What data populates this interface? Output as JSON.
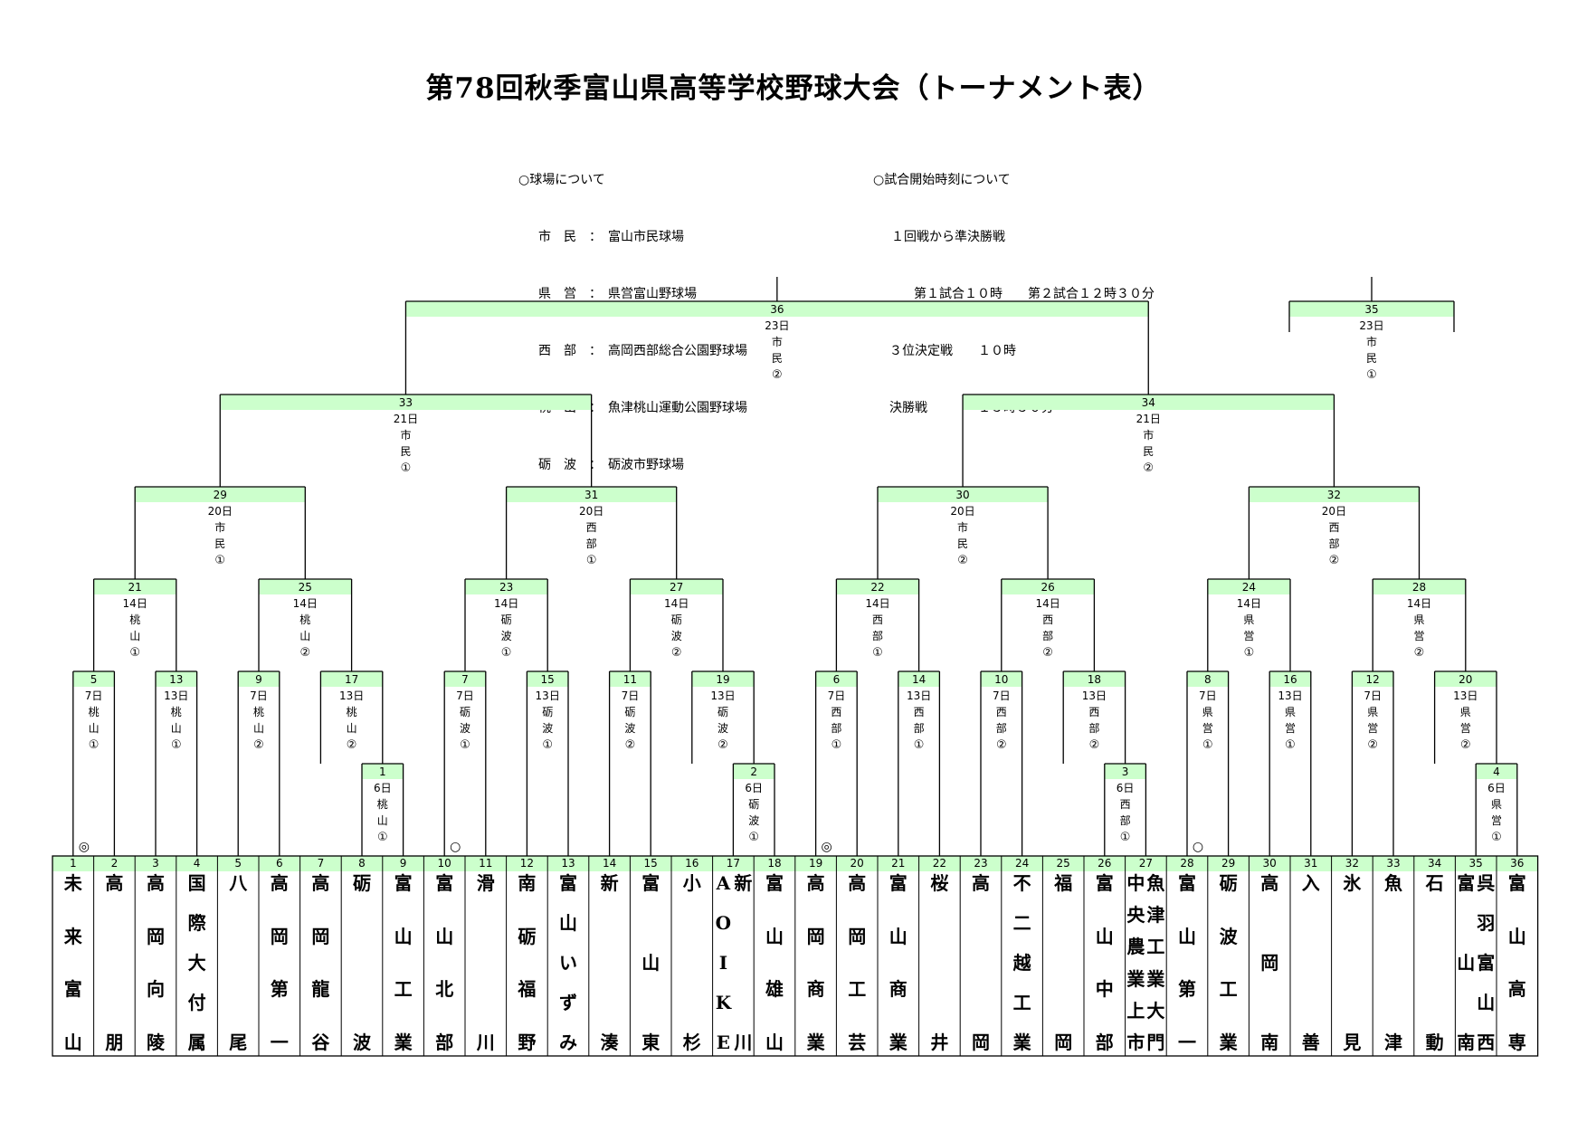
{
  "title": "第78回秋季富山県高等学校野球大会（トーナメント表）",
  "venues": {
    "heading": "○球場について",
    "items": [
      {
        "abbr": "市　民",
        "name": "富山市民球場"
      },
      {
        "abbr": "県　営",
        "name": "県営富山野球場"
      },
      {
        "abbr": "西　部",
        "name": "高岡西部総合公園野球場"
      },
      {
        "abbr": "桃　山",
        "name": "魚津桃山運動公園野球場"
      },
      {
        "abbr": "砺　波",
        "name": "砺波市野球場"
      }
    ]
  },
  "times": {
    "heading": "○試合開始時刻について",
    "lines": [
      "１回戦から準決勝戦",
      "第１試合１０時　　第２試合１２時３０分",
      "３位決定戦　　１０時",
      "決勝戦　　　　１３時３０分"
    ]
  },
  "teams": [
    {
      "no": "1",
      "name": "未来富山",
      "mark": "◎"
    },
    {
      "no": "2",
      "name": "高朋"
    },
    {
      "no": "3",
      "name": "高岡向陵"
    },
    {
      "no": "4",
      "name": "国際大付属"
    },
    {
      "no": "5",
      "name": "八尾"
    },
    {
      "no": "6",
      "name": "高岡第一"
    },
    {
      "no": "7",
      "name": "高岡龍谷"
    },
    {
      "no": "8",
      "name": "砺波"
    },
    {
      "no": "9",
      "name": "富山工業"
    },
    {
      "no": "10",
      "name": "富山北部",
      "mark": "○"
    },
    {
      "no": "11",
      "name": "滑川"
    },
    {
      "no": "12",
      "name": "南砺福野"
    },
    {
      "no": "13",
      "name": "富山いずみ"
    },
    {
      "no": "14",
      "name": "新湊"
    },
    {
      "no": "15",
      "name": "富山東"
    },
    {
      "no": "16",
      "name": "小杉"
    },
    {
      "no": "17",
      "name": "AOIKE新川",
      "cols": [
        "AOIKE",
        "新川"
      ]
    },
    {
      "no": "18",
      "name": "富山雄山"
    },
    {
      "no": "19",
      "name": "高岡商業",
      "mark": "◎"
    },
    {
      "no": "20",
      "name": "高岡工芸"
    },
    {
      "no": "21",
      "name": "富山商業"
    },
    {
      "no": "22",
      "name": "桜井"
    },
    {
      "no": "23",
      "name": "高岡"
    },
    {
      "no": "24",
      "name": "不二越工業"
    },
    {
      "no": "25",
      "name": "福岡"
    },
    {
      "no": "26",
      "name": "富山中部"
    },
    {
      "no": "27",
      "name": "中央農業魚津工業上市大門",
      "cols": [
        "中央農業上市",
        "魚津工業大門"
      ]
    },
    {
      "no": "28",
      "name": "富山第一",
      "mark": "○"
    },
    {
      "no": "29",
      "name": "砺波工業"
    },
    {
      "no": "30",
      "name": "高岡南"
    },
    {
      "no": "31",
      "name": "入善"
    },
    {
      "no": "32",
      "name": "氷見"
    },
    {
      "no": "33",
      "name": "魚津"
    },
    {
      "no": "34",
      "name": "石動"
    },
    {
      "no": "35",
      "name": "富山南呉羽富山西",
      "cols": [
        "富山南",
        "呉羽富山西"
      ]
    },
    {
      "no": "36",
      "name": "富山高専"
    }
  ],
  "matches": [
    {
      "no": "1",
      "day": "6日",
      "venue": "桃山",
      "slot": "①"
    },
    {
      "no": "2",
      "day": "6日",
      "venue": "砺波",
      "slot": "①"
    },
    {
      "no": "3",
      "day": "6日",
      "venue": "西部",
      "slot": "①"
    },
    {
      "no": "4",
      "day": "6日",
      "venue": "県営",
      "slot": "①"
    },
    {
      "no": "5",
      "day": "7日",
      "venue": "桃山",
      "slot": "①"
    },
    {
      "no": "6",
      "day": "7日",
      "venue": "西部",
      "slot": "①"
    },
    {
      "no": "7",
      "day": "7日",
      "venue": "砺波",
      "slot": "①"
    },
    {
      "no": "8",
      "day": "7日",
      "venue": "県営",
      "slot": "①"
    },
    {
      "no": "9",
      "day": "7日",
      "venue": "桃山",
      "slot": "②"
    },
    {
      "no": "10",
      "day": "7日",
      "venue": "西部",
      "slot": "②"
    },
    {
      "no": "11",
      "day": "7日",
      "venue": "砺波",
      "slot": "②"
    },
    {
      "no": "12",
      "day": "7日",
      "venue": "県営",
      "slot": "②"
    },
    {
      "no": "13",
      "day": "13日",
      "venue": "桃山",
      "slot": "①"
    },
    {
      "no": "14",
      "day": "13日",
      "venue": "西部",
      "slot": "①"
    },
    {
      "no": "15",
      "day": "13日",
      "venue": "砺波",
      "slot": "①"
    },
    {
      "no": "16",
      "day": "13日",
      "venue": "県営",
      "slot": "①"
    },
    {
      "no": "17",
      "day": "13日",
      "venue": "桃山",
      "slot": "②"
    },
    {
      "no": "18",
      "day": "13日",
      "venue": "西部",
      "slot": "②"
    },
    {
      "no": "19",
      "day": "13日",
      "venue": "砺波",
      "slot": "②"
    },
    {
      "no": "20",
      "day": "13日",
      "venue": "県営",
      "slot": "②"
    },
    {
      "no": "21",
      "day": "14日",
      "venue": "桃山",
      "slot": "①"
    },
    {
      "no": "22",
      "day": "14日",
      "venue": "西部",
      "slot": "①"
    },
    {
      "no": "23",
      "day": "14日",
      "venue": "砺波",
      "slot": "①"
    },
    {
      "no": "24",
      "day": "14日",
      "venue": "県営",
      "slot": "①"
    },
    {
      "no": "25",
      "day": "14日",
      "venue": "桃山",
      "slot": "②"
    },
    {
      "no": "26",
      "day": "14日",
      "venue": "西部",
      "slot": "②"
    },
    {
      "no": "27",
      "day": "14日",
      "venue": "砺波",
      "slot": "②"
    },
    {
      "no": "28",
      "day": "14日",
      "venue": "県営",
      "slot": "②"
    },
    {
      "no": "29",
      "day": "20日",
      "venue": "市民",
      "slot": "①"
    },
    {
      "no": "30",
      "day": "20日",
      "venue": "市民",
      "slot": "②"
    },
    {
      "no": "31",
      "day": "20日",
      "venue": "西部",
      "slot": "①"
    },
    {
      "no": "32",
      "day": "20日",
      "venue": "西部",
      "slot": "②"
    },
    {
      "no": "33",
      "day": "21日",
      "venue": "市民",
      "slot": "①"
    },
    {
      "no": "34",
      "day": "21日",
      "venue": "市民",
      "slot": "②"
    },
    {
      "no": "35",
      "day": "23日",
      "venue": "市民",
      "slot": "①"
    },
    {
      "no": "36",
      "day": "23日",
      "venue": "市民",
      "slot": "②"
    }
  ],
  "colors": {
    "header_fill": "#ccffcc",
    "line": "#000000"
  }
}
